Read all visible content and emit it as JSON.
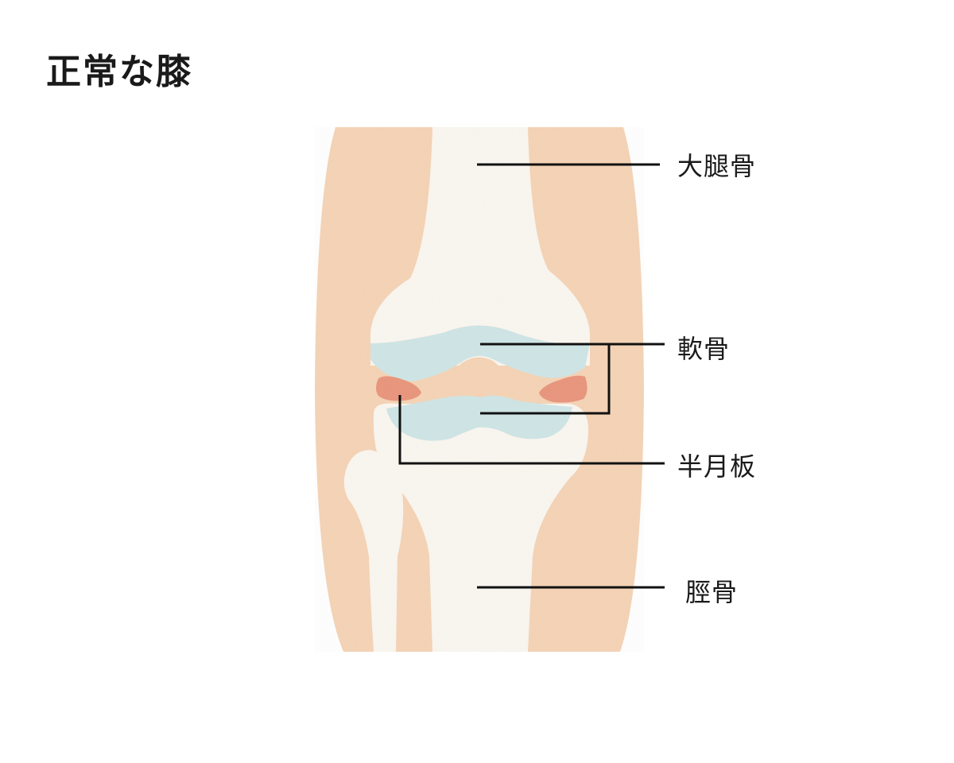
{
  "title": "正常な膝",
  "labels": {
    "femur": "大腿骨",
    "cartilage": "軟骨",
    "meniscus": "半月板",
    "tibia": "脛骨"
  },
  "colors": {
    "skin": "#f5d3b5",
    "bone": "#faf6f0",
    "cartilage": "#cfe5e5",
    "meniscus": "#e9957c",
    "line": "#111111"
  }
}
